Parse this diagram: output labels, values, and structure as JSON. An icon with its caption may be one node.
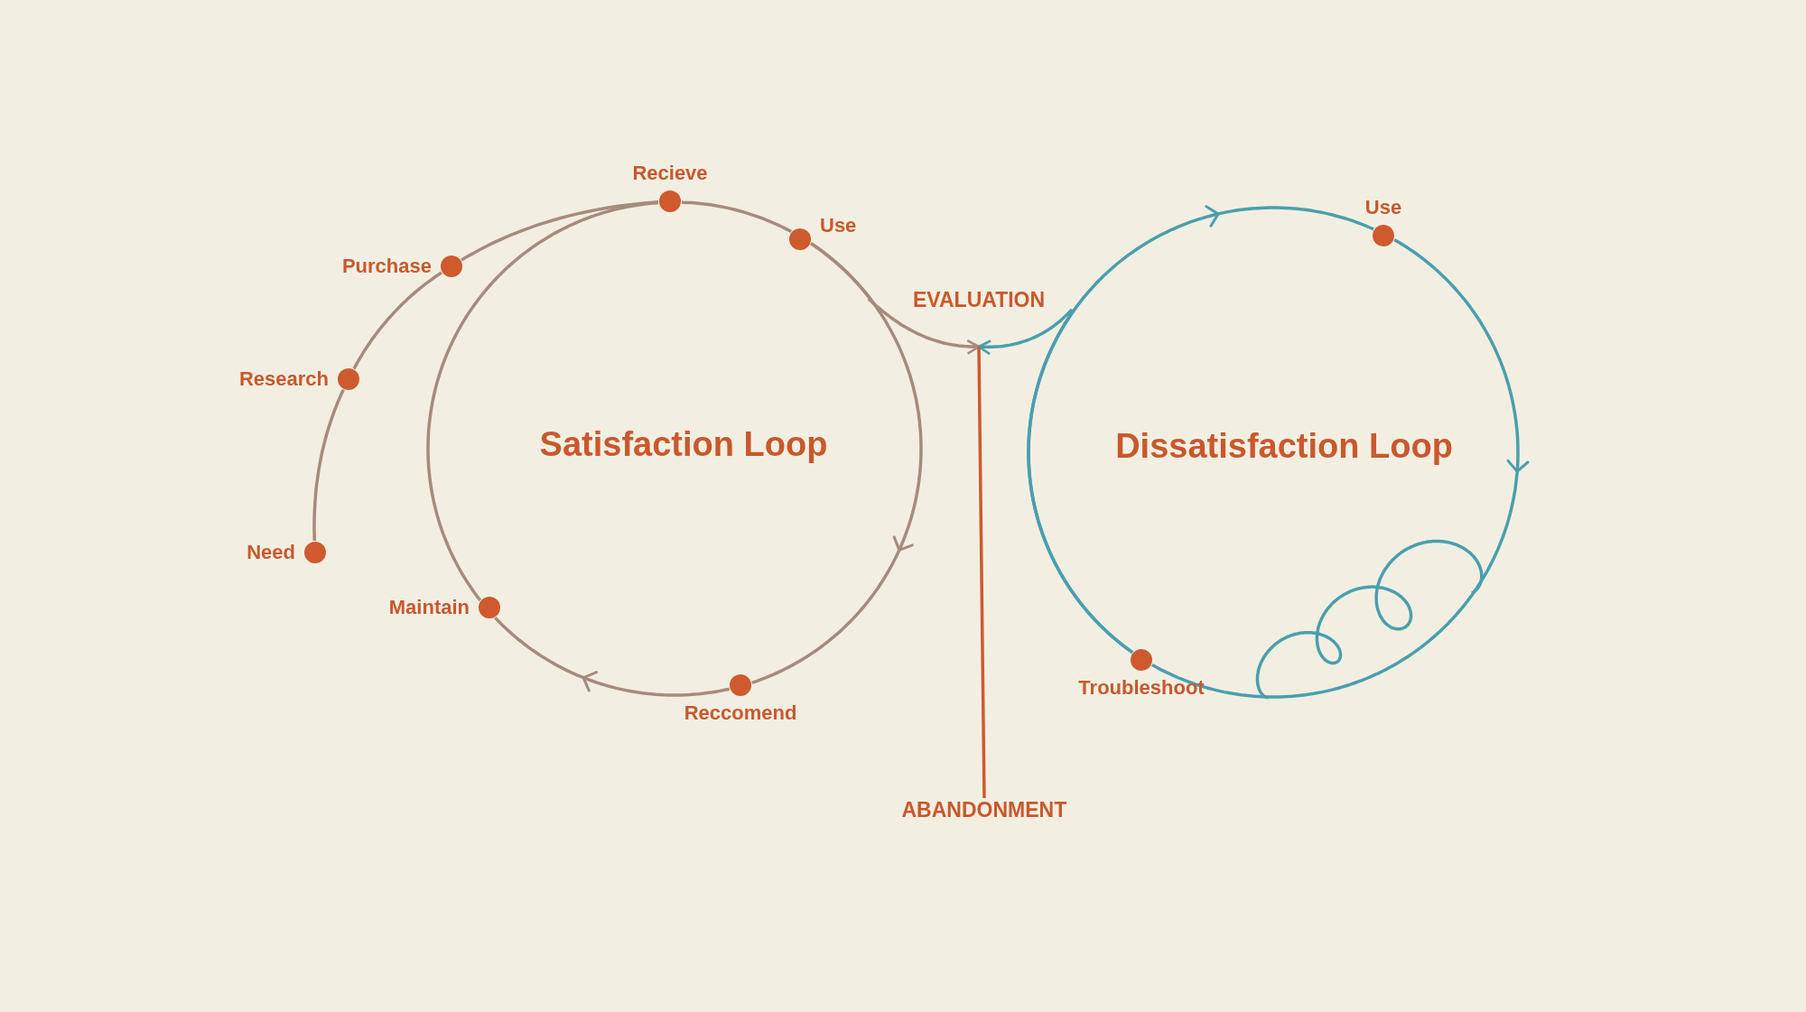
{
  "diagram": {
    "nodes": [
      {
        "text": [
          "Need"
        ]
      },
      {
        "text": [
          "Research"
        ]
      },
      {
        "text": [
          "Purchase"
        ]
      },
      {
        "text": [
          "Recieve"
        ]
      },
      {
        "text": [
          "Use"
        ]
      },
      {
        "text": [
          "Reccomend"
        ]
      },
      {
        "text": [
          "Maintain"
        ]
      },
      {
        "text": [
          "EVALUATION"
        ]
      },
      {
        "text": [
          "ABANDONMENT"
        ]
      },
      {
        "text": [
          "Use"
        ]
      },
      {
        "text": [
          "Troubleshoot"
        ]
      }
    ],
    "edges": [
      {
        "from": 0,
        "to": 1,
        "arrow": "none"
      },
      {
        "from": 1,
        "to": 2,
        "arrow": "none"
      },
      {
        "from": 2,
        "to": 3,
        "arrow": "none"
      },
      {
        "from": 3,
        "to": 4,
        "arrow": "none"
      },
      {
        "from": 4,
        "to": 5,
        "arrow": "to"
      },
      {
        "from": 5,
        "to": 6,
        "arrow": "to"
      },
      {
        "from": 6,
        "to": 3,
        "arrow": "none"
      },
      {
        "from": 4,
        "to": 7,
        "arrow": "to"
      },
      {
        "from": 10,
        "to": 7,
        "arrow": "to",
        "color": "#4a9fae"
      },
      {
        "from": 7,
        "to": 8,
        "arrow": "none",
        "color": "#cf5a2e"
      },
      {
        "from": 9,
        "to": 10,
        "arrow": "to",
        "color": "#4a9fae"
      },
      {
        "from": 10,
        "to": 9,
        "arrow": "to",
        "color": "#4a9fae"
      }
    ],
    "labels": [
      "Satisfaction Loop",
      "Dissatisfaction Loop"
    ]
  }
}
